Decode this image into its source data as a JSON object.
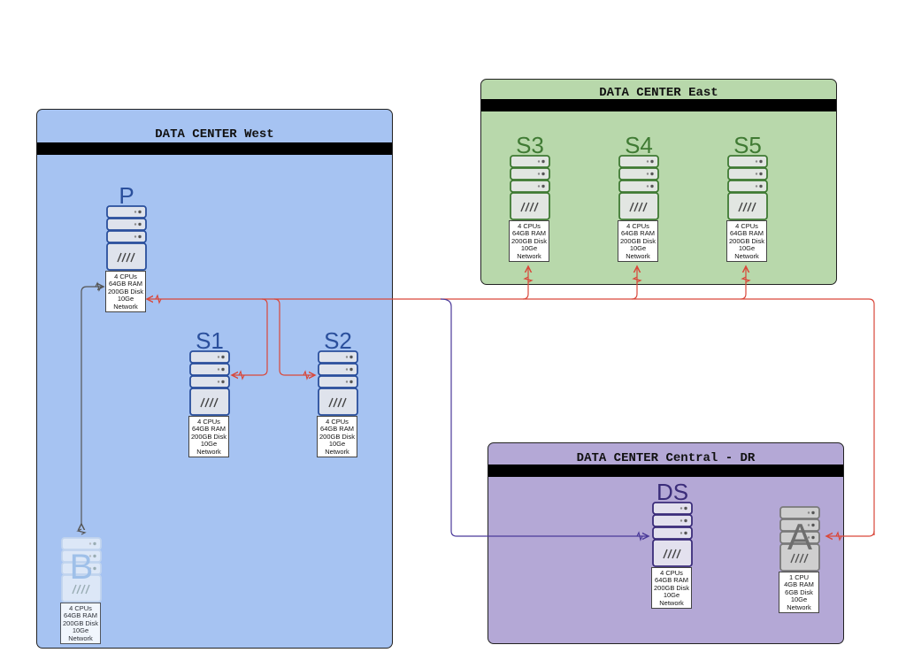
{
  "datacenters": {
    "west": {
      "title": "DATA CENTER West",
      "fill": "#a6c3f2"
    },
    "east": {
      "title": "DATA CENTER East",
      "fill": "#b8d8ab"
    },
    "central": {
      "title": "DATA CENTER Central - DR",
      "fill": "#b4a8d6"
    }
  },
  "servers": {
    "p": {
      "name": "P",
      "cpu": "4 CPUs",
      "ram": "64GB RAM",
      "disk": "200GB Disk",
      "net1": "10Ge",
      "net2": "Network",
      "color": "#2a4f9c"
    },
    "s1": {
      "name": "S1",
      "cpu": "4 CPUs",
      "ram": "64GB RAM",
      "disk": "200GB Disk",
      "net1": "10Ge",
      "net2": "Network",
      "color": "#2a4f9c"
    },
    "s2": {
      "name": "S2",
      "cpu": "4 CPUs",
      "ram": "64GB RAM",
      "disk": "200GB Disk",
      "net1": "10Ge",
      "net2": "Network",
      "color": "#2a4f9c"
    },
    "b": {
      "name": "B",
      "cpu": "4 CPUs",
      "ram": "64GB RAM",
      "disk": "200GB Disk",
      "net1": "10Ge",
      "net2": "Network",
      "color": "#9ec0e8"
    },
    "s3": {
      "name": "S3",
      "cpu": "4 CPUs",
      "ram": "64GB RAM",
      "disk": "200GB Disk",
      "net1": "10Ge",
      "net2": "Network",
      "color": "#3f7a33"
    },
    "s4": {
      "name": "S4",
      "cpu": "4 CPUs",
      "ram": "64GB RAM",
      "disk": "200GB Disk",
      "net1": "10Ge",
      "net2": "Network",
      "color": "#3f7a33"
    },
    "s5": {
      "name": "S5",
      "cpu": "4 CPUs",
      "ram": "64GB RAM",
      "disk": "200GB Disk",
      "net1": "10Ge",
      "net2": "Network",
      "color": "#3f7a33"
    },
    "ds": {
      "name": "DS",
      "cpu": "4 CPUs",
      "ram": "64GB RAM",
      "disk": "200GB Disk",
      "net1": "10Ge",
      "net2": "Network",
      "color": "#3b2d7a"
    },
    "a": {
      "name": "A",
      "cpu": "1 CPU",
      "ram": "4GB RAM",
      "disk": "6GB Disk",
      "net1": "10Ge",
      "net2": "Network",
      "color": "#6e6e6e"
    }
  },
  "link_colors": {
    "replication": "#d9473a",
    "dr": "#4b3a9a",
    "backup": "#555555"
  }
}
